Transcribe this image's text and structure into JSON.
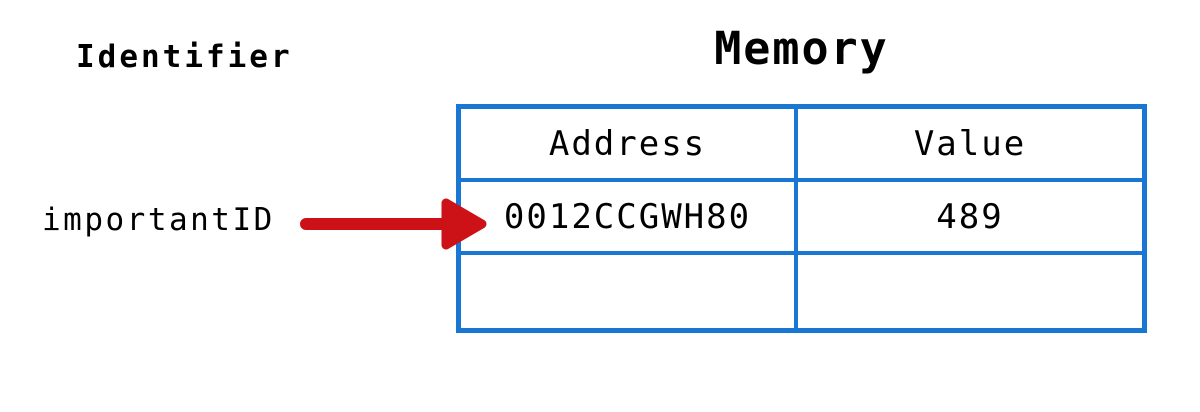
{
  "headings": {
    "identifier": "Identifier",
    "memory": "Memory"
  },
  "identifier": {
    "name": "importantID"
  },
  "memory_table": {
    "columns": [
      "Address",
      "Value"
    ],
    "rows": [
      {
        "address": "0012CCGWH80",
        "value": "489"
      },
      {
        "address": "",
        "value": ""
      }
    ]
  },
  "colors": {
    "table_border": "#1976d2",
    "arrow_red": "#cc1117",
    "text": "#000000"
  }
}
